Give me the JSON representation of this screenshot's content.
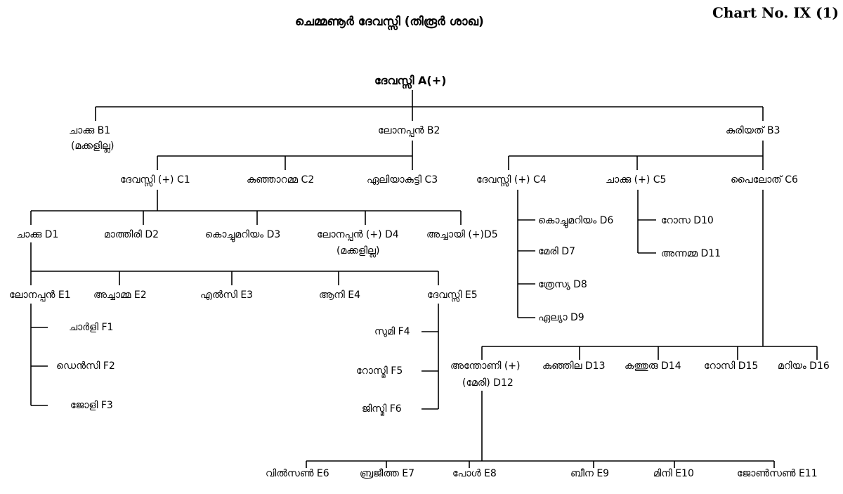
{
  "title": "ചെമ്മണൂർ ദേവസ്സി (തിരൂർ ശാഖ)",
  "chart_no": "Chart No. IX (1)",
  "root": "ദേവസ്സി A(+)",
  "b": {
    "b1": "ചാക്കു B1",
    "b1_note": "(മക്കളില്ല)",
    "b2": "ലോനപ്പൻ B2",
    "b3": "കുരിയത് B3"
  },
  "c": {
    "c1": "ദേവസ്സി (+) C1",
    "c2": "കുഞ്ഞാറമ്മ C2",
    "c3": "ഏലിയാകുട്ടി C3",
    "c4": "ദേവസ്സി (+) C4",
    "c5": "ചാക്കു (+) C5",
    "c6": "പൈലോത് C6"
  },
  "d": {
    "d1": "ചാക്കു D1",
    "d2": "മാത്തിരി D2",
    "d3": "കൊച്ചുമറിയം D3",
    "d4": "ലോനപ്പൻ (+) D4",
    "d4_note": "(മക്കളില്ല)",
    "d5": "അച്ചായി (+)D5",
    "d6": "കൊച്ചുമറിയം D6",
    "d7": "മേരി D7",
    "d8": "ത്രേസ്യ D8",
    "d9": "ഏല്യാ D9",
    "d10": "റോസ D10",
    "d11": "അന്നമ്മ D11",
    "d12": "അന്തോണി (+)",
    "d12_line2": "(മേരി) D12",
    "d13": "കുഞ്ഞില D13",
    "d14": "കത്തുരു D14",
    "d15": "റോസി D15",
    "d16": "മറിയം D16"
  },
  "e": {
    "e1": "ലോനപ്പൻ E1",
    "e2": "അച്ചാമ്മ E2",
    "e3": "എൽസി E3",
    "e4": "ആനി E4",
    "e5": "ദേവസ്സി E5",
    "e6": "വിൽസൺ E6",
    "e7": "ബ്രജീത്ത E7",
    "e8": "പോൾ E8",
    "e9": "ബീന E9",
    "e10": "മിനി E10",
    "e11": "ജോൺസൺ E11"
  },
  "f": {
    "f1": "ചാർളി F1",
    "f2": "ഡെൻസി F2",
    "f3": "ജോളി F3",
    "f4": "സുമി F4",
    "f5": "റോസ്മി F5",
    "f6": "ജിസ്മി F6"
  }
}
